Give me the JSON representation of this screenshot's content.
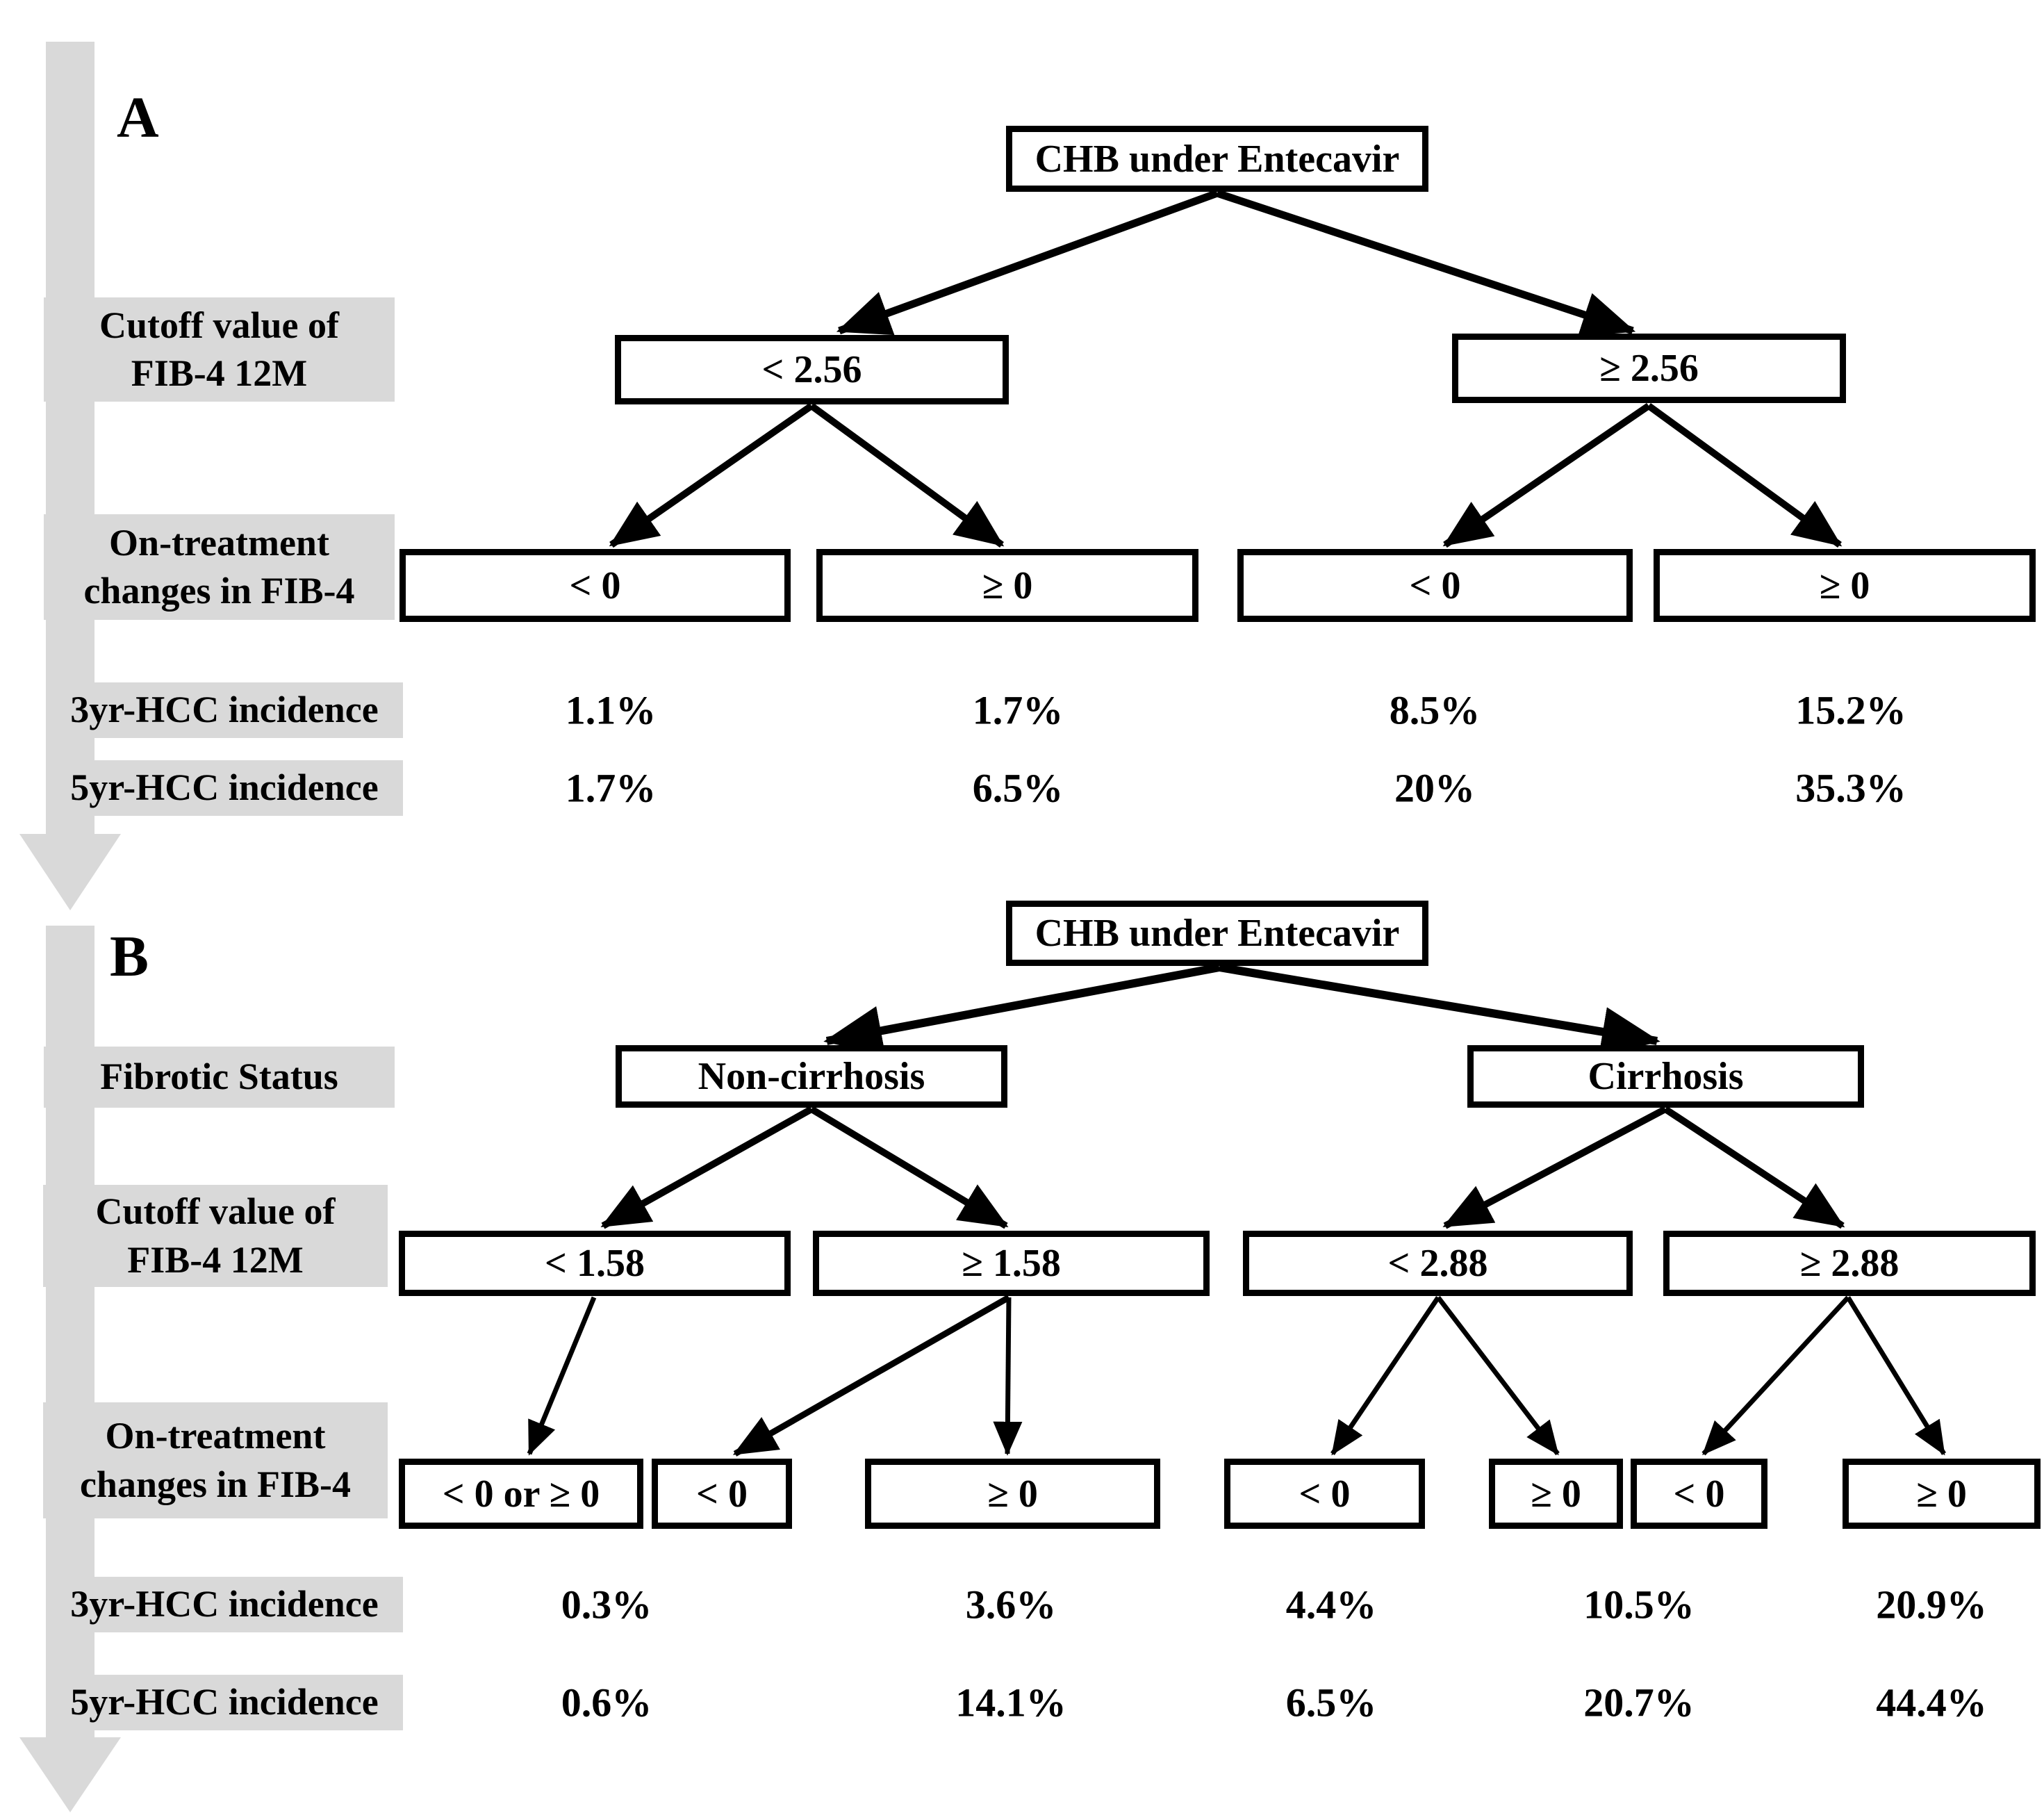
{
  "figure": {
    "panel_a": {
      "label": "A",
      "root": "CHB under Entecavir",
      "row_labels": {
        "cutoff_line1": "Cutoff value of",
        "cutoff_line2": "FIB-4 12M",
        "change_line1": "On-treatment",
        "change_line2": "changes in FIB-4",
        "hcc3": "3yr-HCC incidence",
        "hcc5": "5yr-HCC incidence"
      },
      "cutoff_nodes": [
        "< 2.56",
        "≥ 2.56"
      ],
      "change_nodes": [
        "< 0",
        "≥ 0",
        "< 0",
        "≥ 0"
      ],
      "hcc3_values": [
        "1.1%",
        "1.7%",
        "8.5%",
        "15.2%"
      ],
      "hcc5_values": [
        "1.7%",
        "6.5%",
        "20%",
        "35.3%"
      ]
    },
    "panel_b": {
      "label": "B",
      "root": "CHB under Entecavir",
      "row_labels": {
        "fibrotic": "Fibrotic Status",
        "cutoff_line1": "Cutoff value of",
        "cutoff_line2": "FIB-4 12M",
        "change_line1": "On-treatment",
        "change_line2": "changes in FIB-4",
        "hcc3": "3yr-HCC incidence",
        "hcc5": "5yr-HCC incidence"
      },
      "fibrotic_nodes": [
        "Non-cirrhosis",
        "Cirrhosis"
      ],
      "cutoff_nodes": [
        "< 1.58",
        "≥ 1.58",
        "< 2.88",
        "≥ 2.88"
      ],
      "change_nodes": [
        "< 0 or ≥ 0",
        "< 0",
        "≥ 0",
        "< 0",
        "≥ 0",
        "< 0",
        "≥ 0"
      ],
      "hcc3_values": [
        "0.3%",
        "3.6%",
        "4.4%",
        "10.5%",
        "20.9%"
      ],
      "hcc5_values": [
        "0.6%",
        "14.1%",
        "6.5%",
        "20.7%",
        "44.4%"
      ]
    },
    "colors": {
      "label_bg": "#d9d9d9",
      "side_arrow": "#d9d9d9",
      "node_border": "#000000",
      "background": "#ffffff"
    }
  }
}
